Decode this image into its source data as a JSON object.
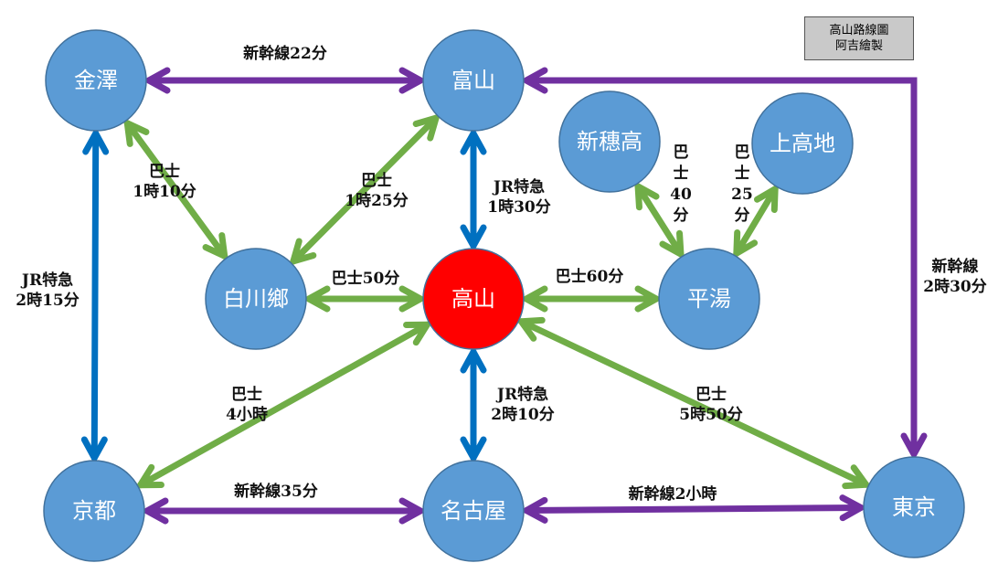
{
  "title": [
    "高山路線圖",
    "阿吉繪製"
  ],
  "colors": {
    "node": "#5b9bd5",
    "node_stroke": "#41719c",
    "center_node": "#ff0000",
    "shinkansen": "#7030a0",
    "jr": "#0070c0",
    "bus": "#70ad47"
  },
  "nodes": {
    "kanazawa": "金澤",
    "toyama": "富山",
    "shinhotaka": "新穗高",
    "kamikochi": "上高地",
    "shirakawago": "白川鄉",
    "takayama": "高山",
    "hirayu": "平湯",
    "kyoto": "京都",
    "nagoya": "名古屋",
    "tokyo": "東京"
  },
  "edges": {
    "kanazawa_toyama": [
      "新幹線22分"
    ],
    "kanazawa_kyoto": [
      "JR特急",
      "2時15分"
    ],
    "kanazawa_shirakawago": [
      "巴士",
      "1時10分"
    ],
    "toyama_shirakawago": [
      "巴士",
      "1時25分"
    ],
    "toyama_takayama": [
      "JR特急",
      "1時30分"
    ],
    "toyama_tokyo": [
      "新幹線",
      "2時30分"
    ],
    "shinhotaka_hirayu": [
      "巴",
      "士",
      "40",
      "分"
    ],
    "kamikochi_hirayu": [
      "巴",
      "士",
      "25",
      "分"
    ],
    "shirakawago_takayama": [
      "巴士50分"
    ],
    "takayama_hirayu": [
      "巴士60分"
    ],
    "takayama_kyoto": [
      "巴士",
      "4小時"
    ],
    "takayama_nagoya": [
      "JR特急",
      "2時10分"
    ],
    "takayama_tokyo": [
      "巴士",
      "5時50分"
    ],
    "kyoto_nagoya": [
      "新幹線35分"
    ],
    "nagoya_tokyo": [
      "新幹線2小時"
    ]
  }
}
